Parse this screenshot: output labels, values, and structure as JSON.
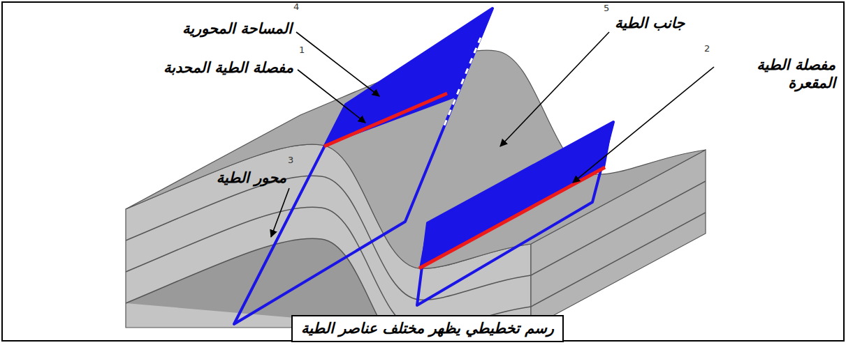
{
  "diagram": {
    "caption": "رسم تخطيطي يظهر مختلف عناصر الطية",
    "labels": [
      "4",
      "المساحة المحورية",
      "1",
      "مفصلة الطية المحدبة",
      "3",
      "محور الطية",
      "5",
      "جانب الطية",
      "2",
      "مفصلة الطية المقعرة"
    ]
  }
}
